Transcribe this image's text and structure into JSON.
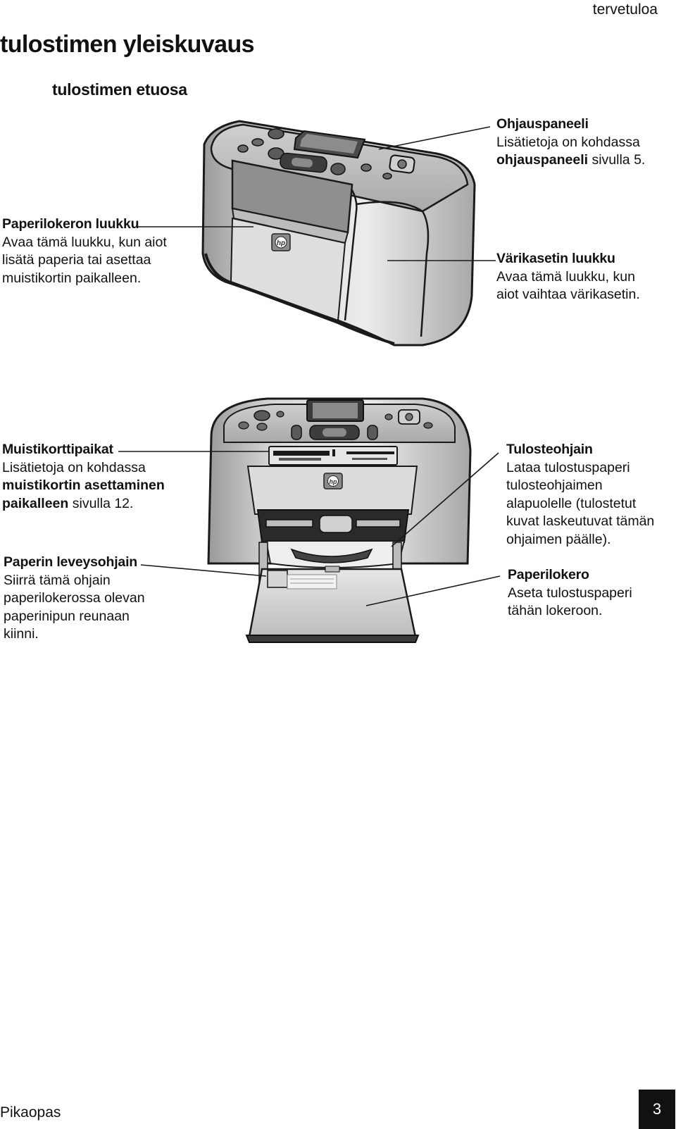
{
  "header": {
    "section": "tervetuloa"
  },
  "title": "tulostimen yleiskuvaus",
  "subtitle": "tulostimen etuosa",
  "callouts": {
    "control_panel": {
      "heading": "Ohjauspaneeli",
      "line1": "Lisätietoja on kohdassa",
      "ref_bold": "ohjauspaneeli",
      "ref_rest": " sivulla 5."
    },
    "paper_door": {
      "heading": "Paperilokeron luukku",
      "lines": [
        "Avaa tämä luukku, kun aiot",
        "lisätä paperia tai asettaa",
        "muistikortin paikalleen."
      ]
    },
    "ink_door": {
      "heading": "Värikasetin luukku",
      "lines": [
        "Avaa tämä luukku, kun",
        "aiot vaihtaa värikasetin."
      ]
    },
    "card_slots": {
      "heading": "Muistikorttipaikat",
      "line1": "Lisätietoja on kohdassa",
      "bold1": "muistikortin asettaminen",
      "bold2": "paikalleen",
      "rest2": " sivulla 12."
    },
    "width_guide": {
      "heading": "Paperin leveysohjain",
      "lines": [
        "Siirrä tämä ohjain",
        "paperilokerossa olevan",
        "paperinipun reunaan",
        "kiinni."
      ]
    },
    "output_guide": {
      "heading": "Tulosteohjain",
      "lines": [
        "Lataa tulostuspaperi",
        "tulosteohjaimen",
        "alapuolelle (tulostetut",
        "kuvat laskeutuvat tämän",
        "ohjaimen päälle)."
      ]
    },
    "paper_tray": {
      "heading": "Paperilokero",
      "lines": [
        "Aseta tulostuspaperi",
        "tähän lokeroon."
      ]
    }
  },
  "footer": {
    "left": "Pikaopas",
    "page_number": "3"
  },
  "icons": {
    "logo": "hp-logo-icon"
  }
}
